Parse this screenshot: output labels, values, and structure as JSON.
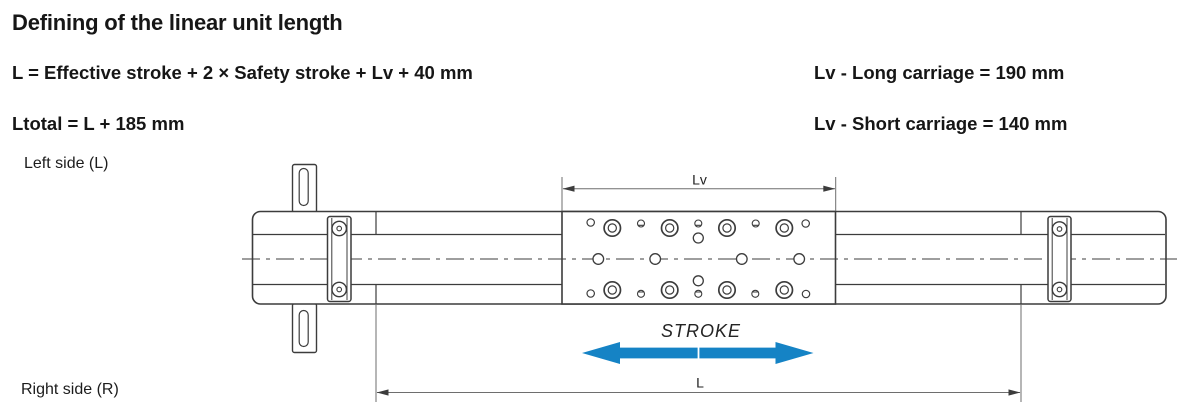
{
  "header": {
    "title": "Defining of the linear unit length",
    "formula_length": "L = Effective stroke + 2 × Safety stroke + Lv + 40 mm",
    "formula_total": "Ltotal = L + 185 mm",
    "carriage_long": "Lv - Long carriage = 190 mm",
    "carriage_short": "Lv - Short carriage = 140 mm"
  },
  "diagram": {
    "left_side_label": "Left side (L)",
    "right_side_label": "Right side (R)",
    "dimensions": {
      "carriage_length_label": "Lv",
      "unit_length_label": "L"
    },
    "stroke_arrow_label": "STROKE",
    "colors": {
      "stroke_arrow_blue": "#1583c5",
      "drawing_line": "#3c3c3c",
      "dimension_line": "#6e6e6e"
    }
  }
}
